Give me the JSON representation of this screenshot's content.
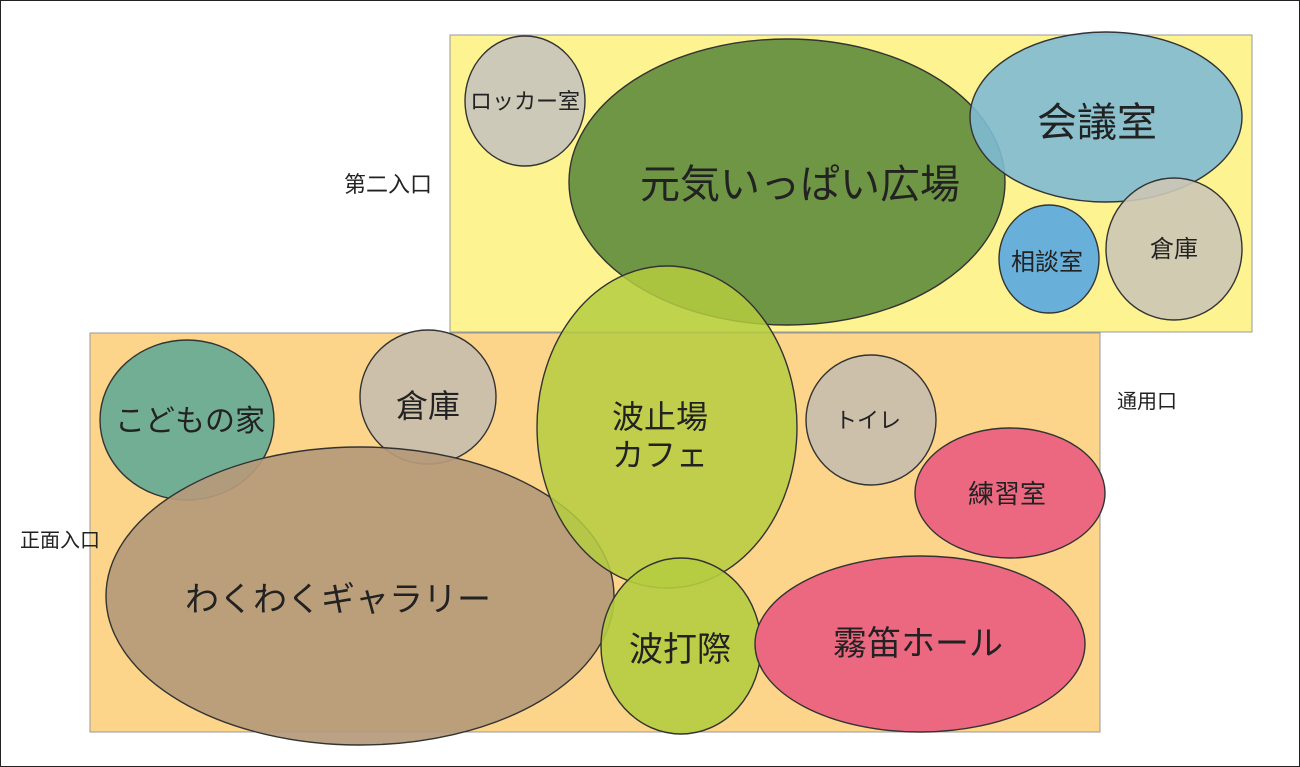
{
  "zones": {
    "upper": {
      "color": "#fdf391"
    },
    "lower": {
      "color": "#fcd58b"
    }
  },
  "entrances": {
    "second": "第二入口",
    "service": "通用口",
    "front": "正面入口"
  },
  "rooms": {
    "locker": {
      "label": "ロッカー室",
      "color": "#ccc9b8"
    },
    "plaza": {
      "label": "元気いっぱい広場",
      "color": "#6e9645"
    },
    "meeting": {
      "label": "会議室",
      "color": "#7ebad3"
    },
    "consult": {
      "label": "相談室",
      "color": "#68b0d9"
    },
    "storage_upper": {
      "label": "倉庫",
      "color": "#ccc7b6"
    },
    "cafe": {
      "label_line1": "波止場",
      "label_line2": "カフェ",
      "color": "#b5cc40"
    },
    "kids": {
      "label": "こどもの家",
      "color": "#72ae94"
    },
    "storage_lower": {
      "label": "倉庫",
      "color": "#ccc0ab"
    },
    "gallery": {
      "label": "わくわくギャラリー",
      "color": "#b59a7a"
    },
    "shore": {
      "label": "波打際",
      "color": "#b5cc40"
    },
    "toilet": {
      "label": "トイレ",
      "color": "#ccc0ab"
    },
    "practice": {
      "label": "練習室",
      "color": "#eb6880"
    },
    "foghorn": {
      "label": "霧笛ホール",
      "color": "#eb6880"
    }
  }
}
